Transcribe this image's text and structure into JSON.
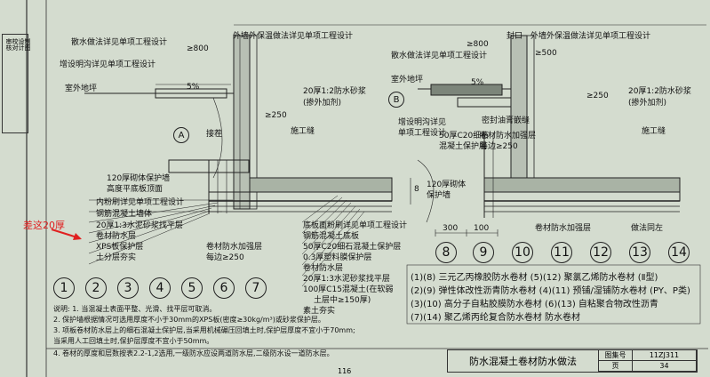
{
  "side_labels": [
    "审核",
    "校对",
    "设计",
    "制图"
  ],
  "left_detail": {
    "label1": "散水做法详见单项工程设计",
    "label2": "增设明沟详见单项工程设计",
    "label3": "室外地坪",
    "label4": "外墙外保温做法详见单项工程设计",
    "label5": "≥800",
    "label6": "5%",
    "label7": "≥250",
    "label8": "20厚1:2防水砂浆",
    "label9": "(掺外加剂)",
    "label10": "接茬",
    "label11": "施工缝",
    "label12": "120厚砌体保护墙",
    "label13": "高度平底板顶面",
    "label14": "A"
  },
  "right_detail": {
    "label1": "封口",
    "label2": "外墙外保温做法详见单项工程设计",
    "label3": "散水做法详见单项工程设计",
    "label4": "室外地坪",
    "label5": "≥800",
    "label6": "5%",
    "label7": "B",
    "label8": "增设明沟详见",
    "label9": "单项工程设计",
    "label10": "密封油膏嵌缝",
    "label11": "50厚C20细石",
    "label12": "混凝土保护层",
    "label13": "卷材防水加强层",
    "label14": "每边≥250",
    "label15": "120厚砌体",
    "label16": "保护墙",
    "label17": "≥250",
    "label18": "20厚1:2防水砂浆",
    "label19": "(掺外加剂)",
    "label20": "施工缝",
    "label21": "卷材防水加强层",
    "label22": "做法同左",
    "label23": "300",
    "label24": "100",
    "label25": "≥500"
  },
  "layers_left": [
    "内粉刷详见单项工程设计",
    "钢筋混凝土墙体",
    "20厚1:3水泥砂浆找平层",
    "卷材防水层",
    "XPS板保护层",
    "土分层夯实"
  ],
  "layers_mid": [
    "卷材防水加强层",
    "每边≥250"
  ],
  "layers_floor": [
    "底板面粉刷详见单项工程设计",
    "钢筋混凝土底板",
    "50厚C20细石混凝土保护层",
    "0.3厚塑料膜保护层",
    "卷材防水层",
    "20厚1:3水泥砂浆找平层",
    "100厚C15混凝土(在软弱",
    "土层中≥150厚)",
    "素土夯实"
  ],
  "annotation": "差这20厚",
  "circles_right": [
    "8",
    "9",
    "10",
    "11",
    "12",
    "13",
    "14"
  ],
  "circles_left": [
    "1",
    "2",
    "3",
    "4",
    "5",
    "6",
    "7"
  ],
  "legend": [
    "(1)(8) 三元乙丙橡胶防水卷材   (5)(12) 聚氯乙烯防水卷材 (Ⅱ型)",
    "(2)(9) 弹性体改性沥青防水卷材  (4)(11) 预铺/湿铺防水卷材 (PY、P类)",
    "(3)(10) 高分子自粘胶膜防水卷材  (6)(13) 自粘聚合物改性沥青",
    "(7)(14) 聚乙烯丙纶复合防水卷材       防水卷材"
  ],
  "notes": [
    "说明: 1. 当混凝土表面平整、光滑、找平层可取消。",
    "      2. 保护墙根据情况可选用厚度不小于30mm的XPS板(密度≥30kg/m³)或砂浆保护层。",
    "      3. 项板卷材防水层上的细石混凝土保护层,当采用机械碾压回填土时,保护层厚度不宜小于70mm;",
    "         当采用人工回填土时,保护层厚度不宜小于50mm。",
    "      4. 卷材的厚度和层数按表2.2-1,2选用,一级防水应设两道防水层,二级防水设一道防水层。"
  ],
  "title": "防水混凝土卷材防水做法",
  "atlas_label": "图集号",
  "atlas_no": "11ZJ311",
  "page_label": "页",
  "page_no": "34",
  "sheet_no": "116",
  "dim_8": "8"
}
